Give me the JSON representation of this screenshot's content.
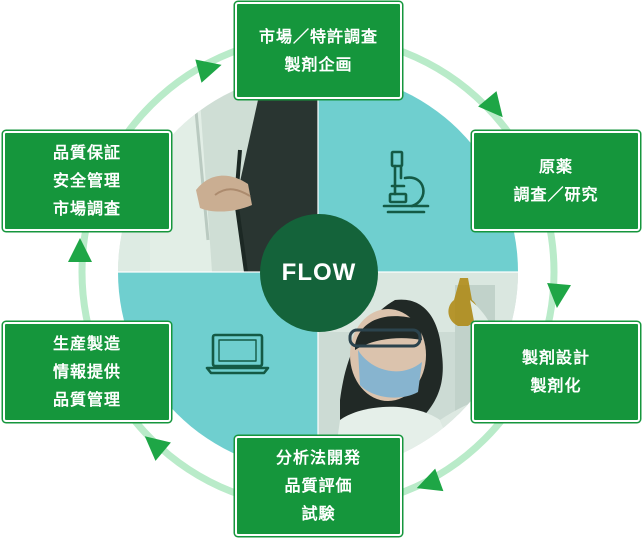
{
  "center": {
    "label": "FLOW"
  },
  "steps": [
    {
      "lines": [
        "市場／特許調査",
        "製剤企画"
      ]
    },
    {
      "lines": [
        "原薬",
        "調査／研究"
      ]
    },
    {
      "lines": [
        "製剤設計",
        "製剤化"
      ]
    },
    {
      "lines": [
        "分析法開発",
        "品質評価",
        "試験"
      ]
    },
    {
      "lines": [
        "生産製造",
        "情報提供",
        "品質管理"
      ]
    },
    {
      "lines": [
        "品質保証",
        "安全管理",
        "市場調査"
      ]
    }
  ],
  "colors": {
    "box_green": "#15963c",
    "center_dark": "#14633a",
    "ring_light": "#b9ebc9",
    "arrow_green": "#1ea646",
    "quadrant_teal": "#6fcfcf",
    "icon_dark": "#145a45"
  },
  "icons": {
    "top_right_quadrant": "microscope-icon",
    "bottom_left_quadrant": "laptop-icon",
    "top_left_quadrant": "handshake-photo",
    "bottom_right_quadrant": "lab-researcher-photo"
  }
}
